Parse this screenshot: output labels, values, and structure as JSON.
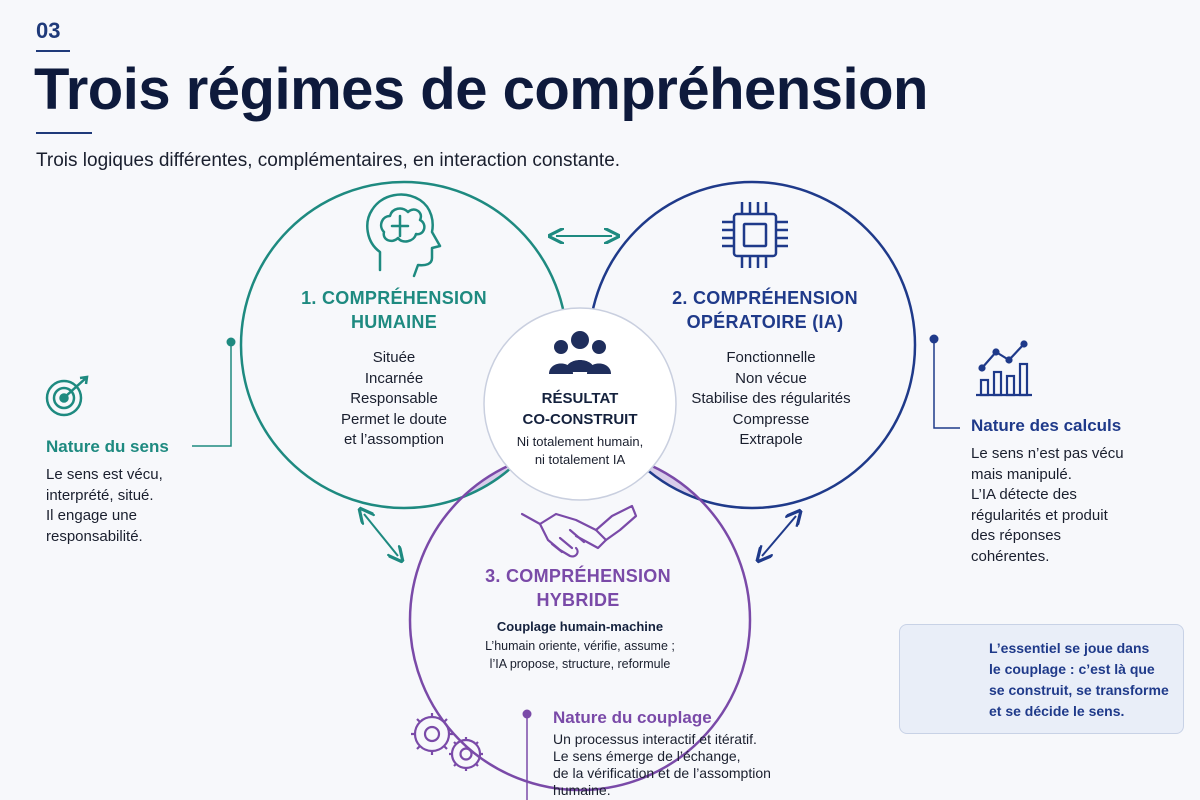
{
  "section_number": "03",
  "title": "Trois régimes de compréhension",
  "subtitle": "Trois logiques différentes, complémentaires, en interaction constante.",
  "circles": {
    "human": {
      "title_lines": [
        "1. COMPRÉHENSION",
        "HUMAINE"
      ],
      "items": [
        "Située",
        "Incarnée",
        "Responsable",
        "Permet le doute",
        "et l’assomption"
      ],
      "icon": "head-brain-icon",
      "color": "#1e8a80"
    },
    "operational": {
      "title_lines": [
        "2. COMPRÉHENSION",
        "OPÉRATOIRE (IA)"
      ],
      "items": [
        "Fonctionnelle",
        "Non vécue",
        "Stabilise des régularités",
        "Compresse",
        "Extrapole"
      ],
      "icon": "chip-icon",
      "color": "#1f3a8a"
    },
    "hybrid": {
      "title_lines": [
        "3. COMPRÉHENSION",
        "HYBRIDE"
      ],
      "bold_line": "Couplage humain-machine",
      "items": [
        "L’humain oriente, vérifie, assume ;",
        "l’IA propose, structure, reformule"
      ],
      "icon": "handshake-icon",
      "color": "#7a4aa8"
    }
  },
  "center": {
    "title_lines": [
      "RÉSULTAT",
      "CO-CONSTRUIT"
    ],
    "sub_lines": [
      "Ni totalement humain,",
      "ni totalement IA"
    ],
    "icon": "people-group-icon"
  },
  "left_panel": {
    "icon": "target-icon",
    "heading": "Nature du sens",
    "lines": [
      "Le sens est vécu,",
      "interprété, situé.",
      "Il engage une",
      "responsabilité."
    ]
  },
  "right_panel": {
    "icon": "chart-icon",
    "heading": "Nature des calculs",
    "lines": [
      "Le sens n’est pas vécu",
      "mais manipulé.",
      "L’IA détecte des",
      "régularités et produit",
      "des réponses",
      "cohérentes."
    ]
  },
  "bottom_panel": {
    "icon": "gears-icon",
    "heading": "Nature du couplage",
    "lines": [
      "Un processus interactif et itératif.",
      "Le sens émerge de l’échange,",
      "de la vérification et de l’assomption",
      "humaine."
    ]
  },
  "callout": {
    "icon": "lightbulb-icon",
    "lines": [
      "L’essentiel se joue dans",
      "le couplage : c’est là que",
      "se construit, se transforme",
      "et se décide le sens."
    ]
  },
  "colors": {
    "teal": "#1e8a80",
    "navy": "#1f3a8a",
    "purple": "#7a4aa8",
    "dark": "#0e1a3c"
  }
}
